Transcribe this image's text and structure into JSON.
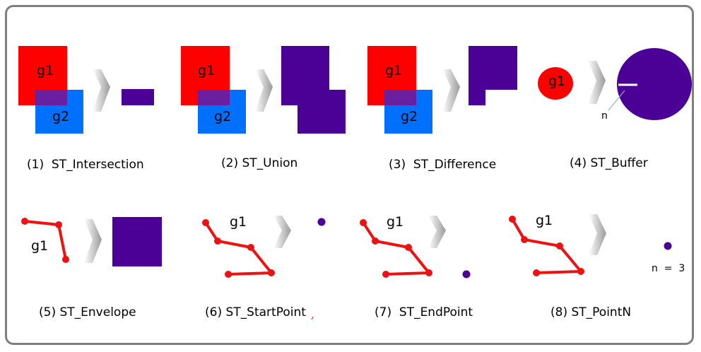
{
  "colors": {
    "geometry_a": "#ff0000",
    "geometry_b": "#0070ff",
    "result": "#4b0096",
    "overlap": "#7030a0",
    "line": "#ee1111",
    "frame": "#7f7f7f"
  },
  "panels": [
    {
      "caption": "(1)  ST_Intersection",
      "labels": [
        "g1",
        "g2"
      ]
    },
    {
      "caption": "(2) ST_Union",
      "labels": [
        "g1",
        "g2"
      ]
    },
    {
      "caption": "(3)  ST_Difference",
      "labels": [
        "g1",
        "g2"
      ]
    },
    {
      "caption": "(4) ST_Buffer",
      "labels": [
        "g1",
        "n"
      ]
    },
    {
      "caption": "(5) ST_Envelope",
      "labels": [
        "g1"
      ]
    },
    {
      "caption": "(6) ST_StartPoint",
      "labels": [
        "g1"
      ]
    },
    {
      "caption": "(7)  ST_EndPoint",
      "labels": [
        "g1"
      ]
    },
    {
      "caption": "(8) ST_PointN",
      "labels": [
        "g1",
        "n  =  3"
      ]
    }
  ]
}
